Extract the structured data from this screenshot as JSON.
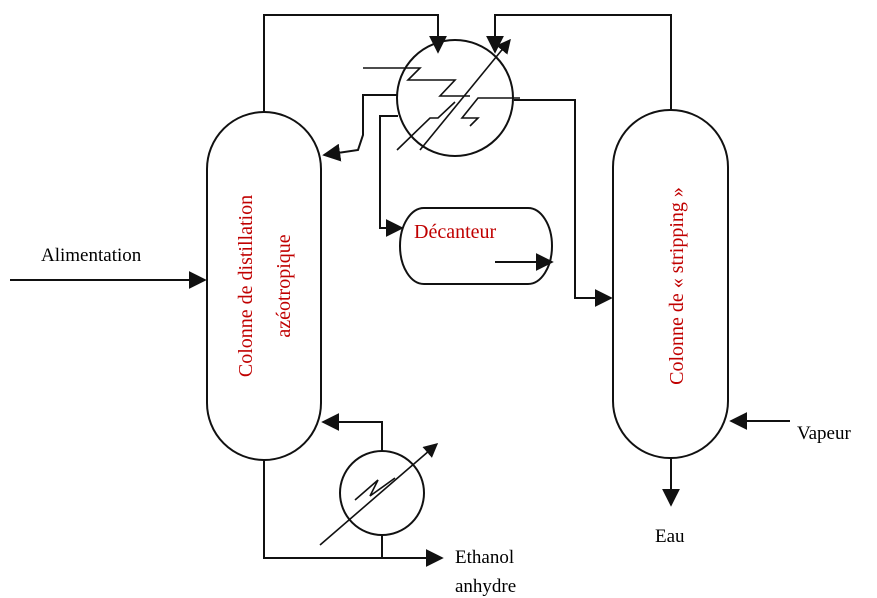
{
  "labels": {
    "feed": "Alimentation",
    "azeotropic_column": "Colonne de distillation",
    "azeotropic_column_line2": "azéotropique",
    "decanter": "Décanteur",
    "stripping_column": "Colonne de « stripping »",
    "steam": "Vapeur",
    "water": "Eau",
    "product_line1": "Ethanol",
    "product_line2": "anhydre"
  },
  "colors": {
    "equipment_label": "#c00000",
    "stream_label": "#000000",
    "lines": "#111111"
  }
}
